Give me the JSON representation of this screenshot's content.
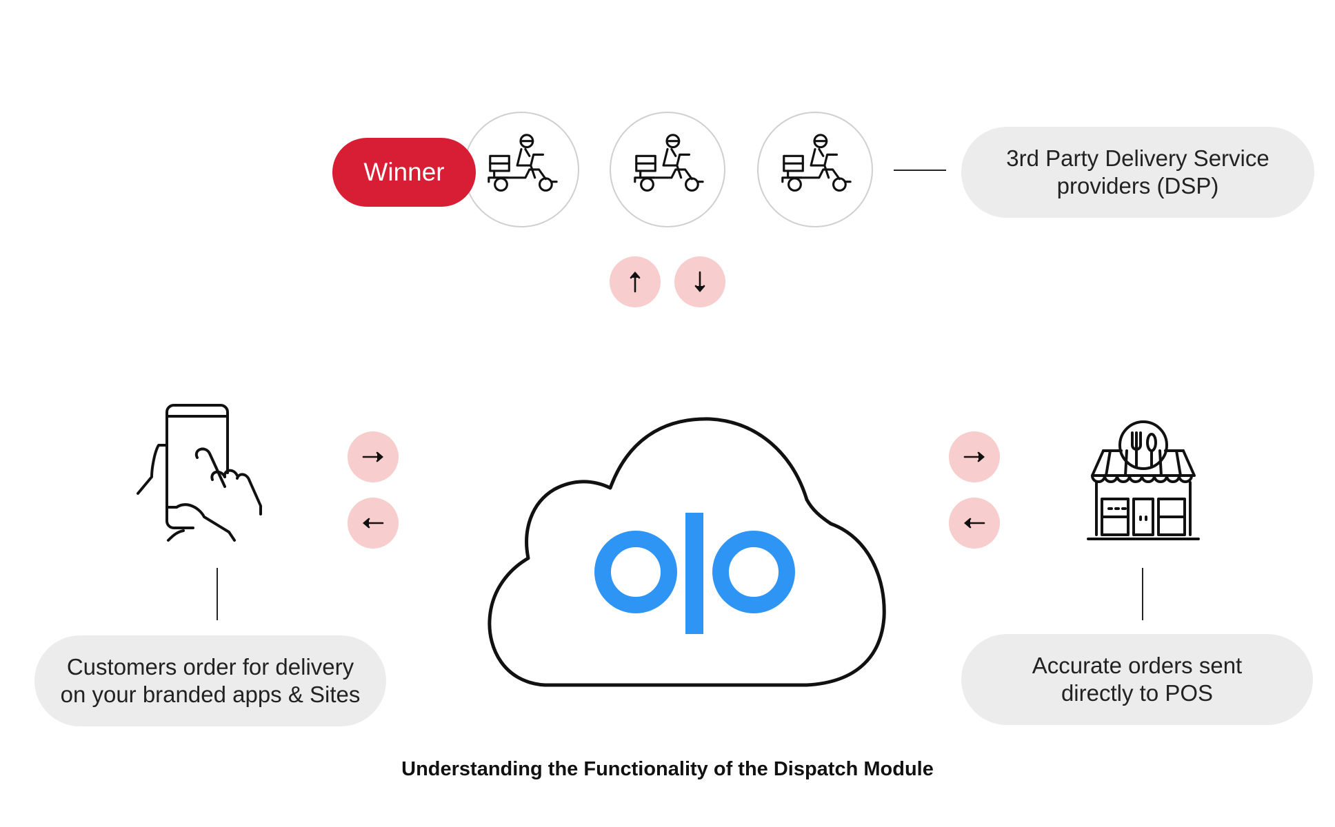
{
  "winner_label": "Winner",
  "dsp_label": {
    "line1": "3rd Party Delivery Service",
    "line2": "providers (DSP)"
  },
  "customer_label": {
    "line1": "Customers order for delivery",
    "line2": "on your branded apps & Sites"
  },
  "pos_label": {
    "line1": "Accurate orders sent",
    "line2": "directly to POS"
  },
  "caption": "Understanding the Functionality of the Dispatch Module",
  "icons": {
    "courier": "scooter-courier-icon",
    "phone": "hand-phone-icon",
    "restaurant": "restaurant-storefront-icon",
    "cloud": "olo-cloud-icon"
  },
  "colors": {
    "accent_red": "#d81e34",
    "arrow_bg": "#f7cdcd",
    "pill_bg": "#ececec",
    "olo_blue": "#2f95f5"
  }
}
